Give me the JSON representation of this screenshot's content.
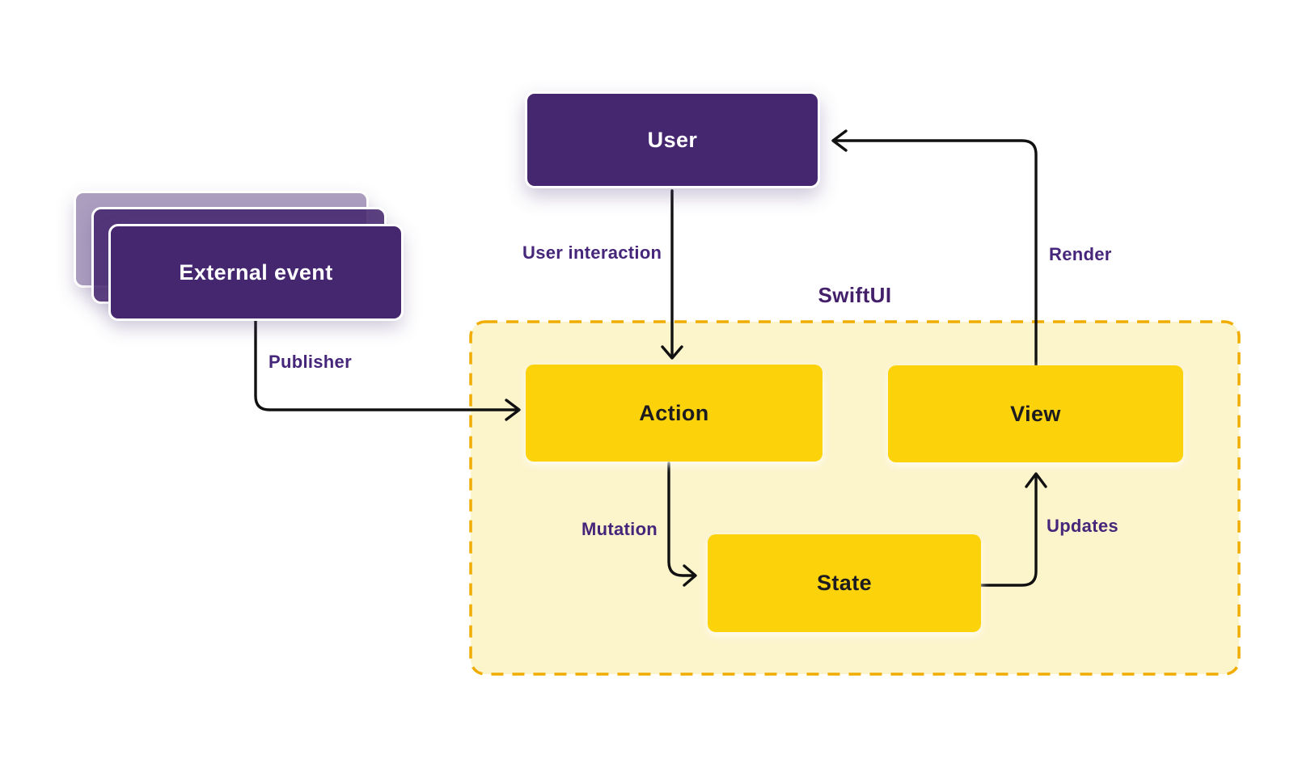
{
  "diagram": {
    "container": {
      "title": "SwiftUI"
    },
    "nodes": {
      "user": {
        "label": "User"
      },
      "external_event": {
        "label": "External event"
      },
      "action": {
        "label": "Action"
      },
      "view": {
        "label": "View"
      },
      "state": {
        "label": "State"
      }
    },
    "edges": {
      "user_interaction": {
        "label": "User interaction",
        "from": "User",
        "to": "Action"
      },
      "render": {
        "label": "Render",
        "from": "View",
        "to": "User"
      },
      "publisher": {
        "label": "Publisher",
        "from": "External event",
        "to": "Action"
      },
      "mutation": {
        "label": "Mutation",
        "from": "Action",
        "to": "State"
      },
      "updates": {
        "label": "Updates",
        "from": "State",
        "to": "View"
      }
    },
    "colors": {
      "node_purple": "#45276F",
      "node_yellow": "#FCD20B",
      "container_fill": "#FCF4CB",
      "container_dash": "#F0AC00",
      "label_purple": "#46267A",
      "dark_text": "#1B1B20",
      "arrow": "#111111",
      "background": "#FFFFFF"
    }
  }
}
